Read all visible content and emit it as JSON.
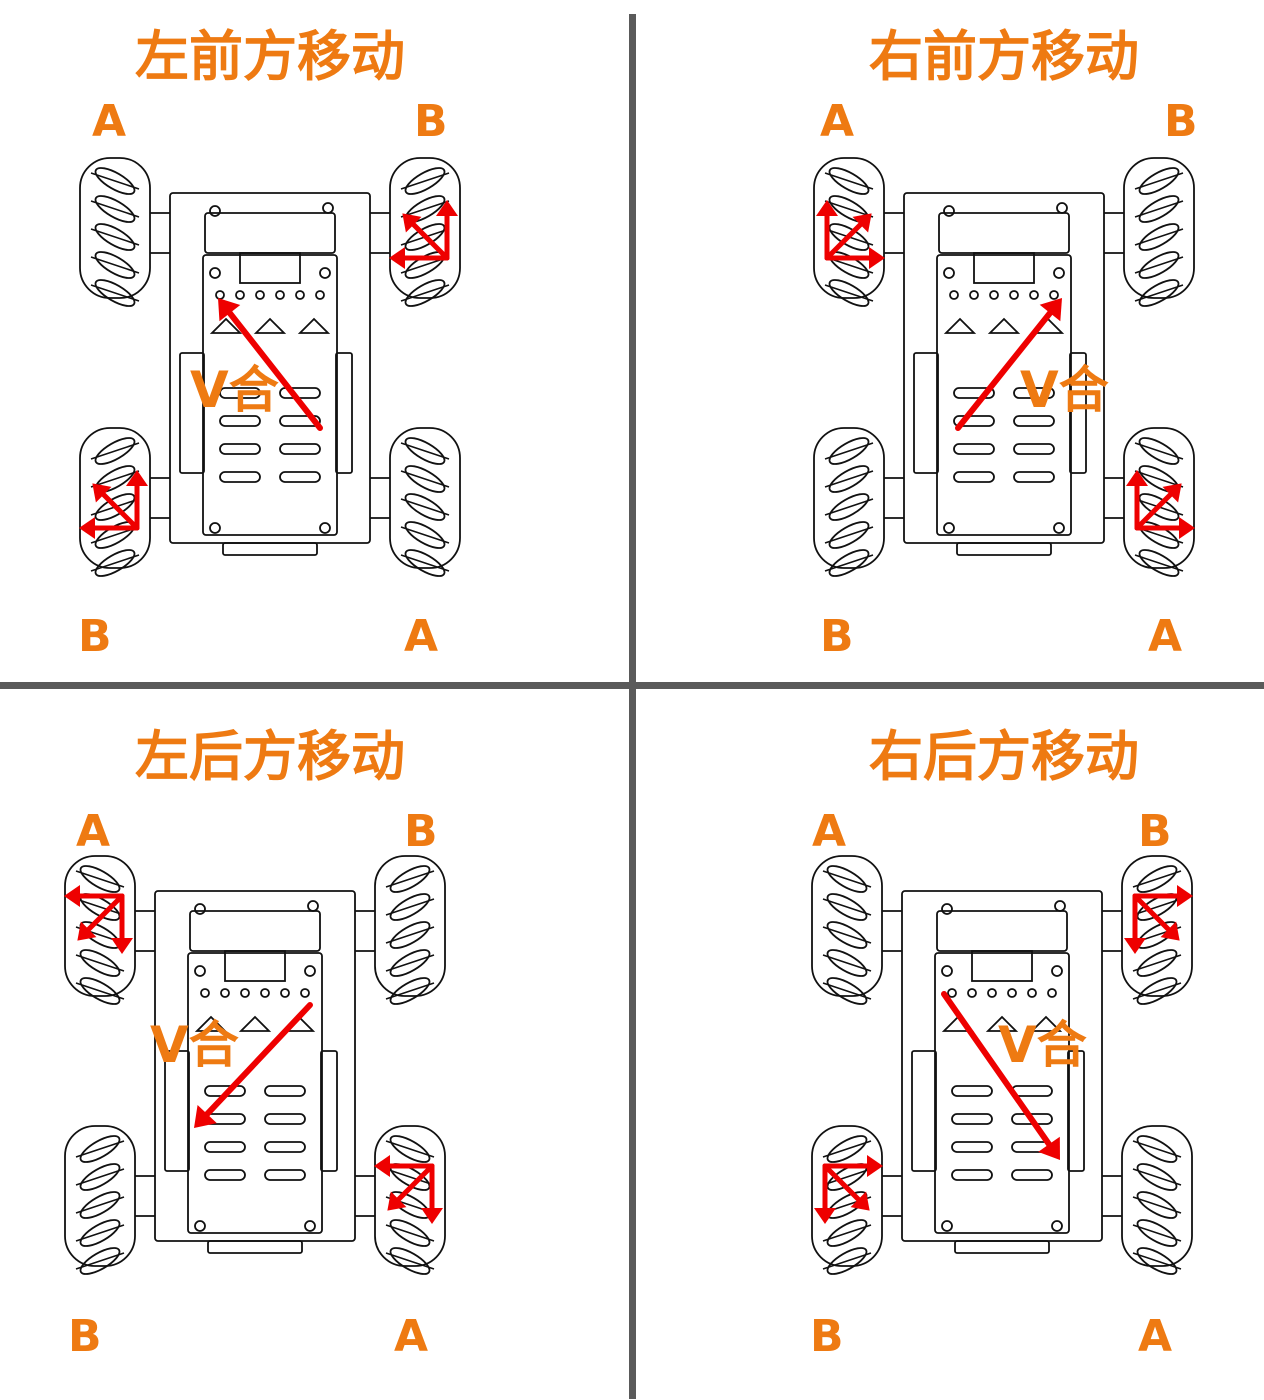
{
  "colors": {
    "label": "#ee7a12",
    "arrow": "#ee0000",
    "divider": "#5a5a5a",
    "line": "#111111"
  },
  "panels": [
    {
      "title": "左前方移动",
      "corner_labels": {
        "top_left": "A",
        "top_right": "B",
        "bottom_left": "B",
        "bottom_right": "A"
      },
      "resultant_label": "V合",
      "resultant_direction": "forward-left",
      "arrowed_wheels": [
        "front-right",
        "rear-left"
      ],
      "wheel_arrow_directions": [
        "forward",
        "left",
        "forward-left"
      ]
    },
    {
      "title": "右前方移动",
      "corner_labels": {
        "top_left": "A",
        "top_right": "B",
        "bottom_left": "B",
        "bottom_right": "A"
      },
      "resultant_label": "V合",
      "resultant_direction": "forward-right",
      "arrowed_wheels": [
        "front-left",
        "rear-right"
      ],
      "wheel_arrow_directions": [
        "forward",
        "right",
        "forward-right"
      ]
    },
    {
      "title": "左后方移动",
      "corner_labels": {
        "top_left": "A",
        "top_right": "B",
        "bottom_left": "B",
        "bottom_right": "A"
      },
      "resultant_label": "V合",
      "resultant_direction": "backward-left",
      "arrowed_wheels": [
        "front-left",
        "rear-right"
      ],
      "wheel_arrow_directions": [
        "backward",
        "left",
        "backward-left"
      ]
    },
    {
      "title": "右后方移动",
      "corner_labels": {
        "top_left": "A",
        "top_right": "B",
        "bottom_left": "B",
        "bottom_right": "A"
      },
      "resultant_label": "V合",
      "resultant_direction": "backward-right",
      "arrowed_wheels": [
        "front-right",
        "rear-left"
      ],
      "wheel_arrow_directions": [
        "backward",
        "right",
        "backward-right"
      ]
    }
  ]
}
